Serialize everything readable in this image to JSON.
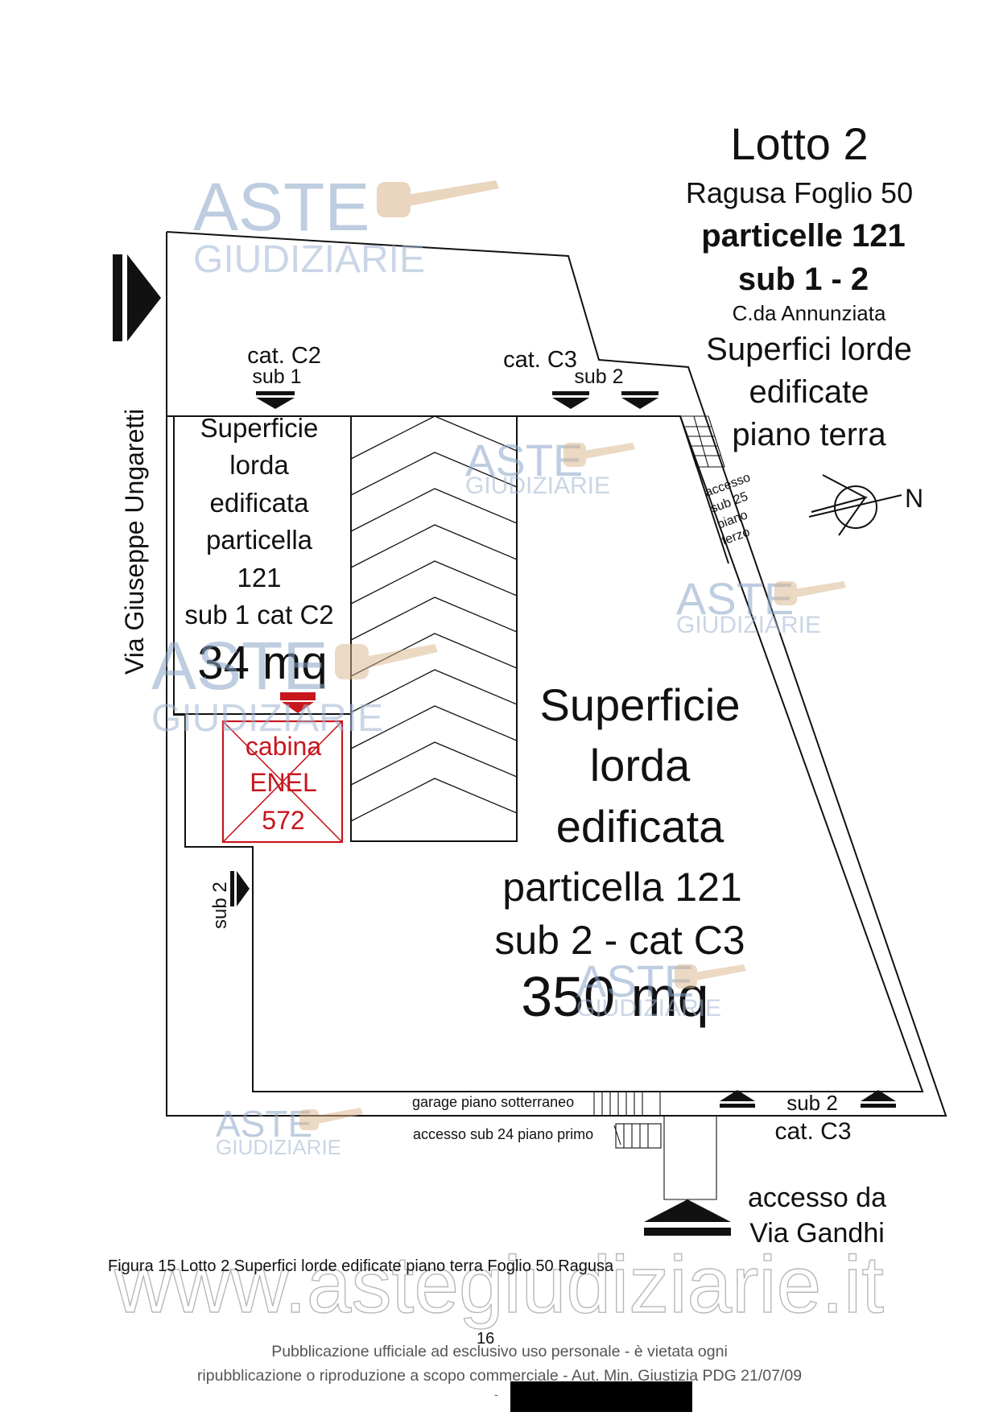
{
  "title": {
    "line1": "Lotto 2",
    "line2": "Ragusa Foglio 50",
    "line3": "particelle 121",
    "line4": "sub 1 - 2",
    "line5": "C.da Annunziata",
    "line6": "Superfici lorde",
    "line7": "edificate",
    "line8": "piano terra"
  },
  "compass": {
    "label": "N"
  },
  "street_west": "Via Giuseppe Ungaretti",
  "access_north_left": {
    "cat": "cat. C2",
    "sub": "sub 1"
  },
  "access_north_right": {
    "cat": "cat. C3",
    "sub": "sub 2"
  },
  "room_sub1": {
    "lines": [
      "Superficie",
      "lorda",
      "edificata",
      "particella",
      "121",
      "sub 1 cat C2"
    ],
    "area": "34 mq"
  },
  "cabina": {
    "lines": [
      "cabina",
      "ENEL",
      "572"
    ]
  },
  "room_sub2": {
    "lines": [
      "Superficie",
      "lorda",
      "edificata",
      "particella 121",
      "sub 2 - cat C3"
    ],
    "area": "350 mq"
  },
  "stair_right_label": [
    "accesso",
    "sub 25",
    "piano",
    "terzo"
  ],
  "side_sub2": "sub 2",
  "garage_label": "garage piano sotterraneo",
  "accesso_sub24": "accesso sub 24 piano primo",
  "south_access": {
    "sub": "sub 2",
    "cat": "cat. C3"
  },
  "main_access": {
    "line1": "accesso da",
    "line2": "Via Gandhi"
  },
  "watermark": {
    "brand_top": "ASTE",
    "brand_bottom": "GIUDIZIARIE",
    "url": "www.astegiudiziarie.it"
  },
  "caption": "Figura 15 Lotto 2 Superfici lorde edificate piano terra Foglio 50 Ragusa",
  "page_number": "16",
  "footer": {
    "line1": "Pubblicazione ufficiale ad esclusivo uso personale - è vietata ogni",
    "line2": "ripubblicazione o riproduzione a scopo commerciale - Aut. Min. Giustizia PDG 21/07/09",
    "line3": "-"
  },
  "colors": {
    "cabina_red": "#c8161d",
    "watermark_blue": "#8aa6c8",
    "line": "#111111"
  }
}
